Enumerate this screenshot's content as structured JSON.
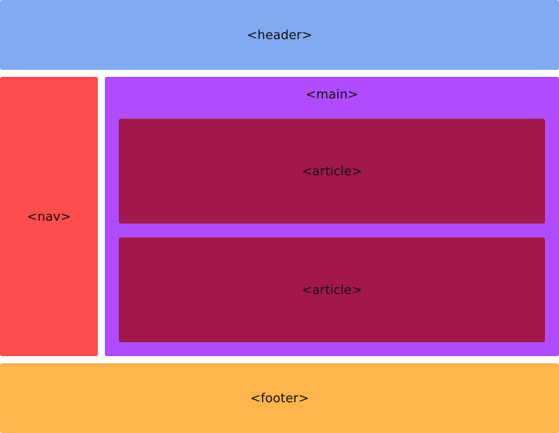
{
  "layout": {
    "header": {
      "label": "<header>",
      "color": "#82aaf0"
    },
    "nav": {
      "label": "<nav>",
      "color": "#ff4d4d"
    },
    "main": {
      "label": "<main>",
      "color": "#b04bff"
    },
    "articles": [
      {
        "label": "<article>",
        "color": "#a2184c"
      },
      {
        "label": "<article>",
        "color": "#a2184c"
      }
    ],
    "footer": {
      "label": "<footer>",
      "color": "#ffb54d"
    }
  }
}
